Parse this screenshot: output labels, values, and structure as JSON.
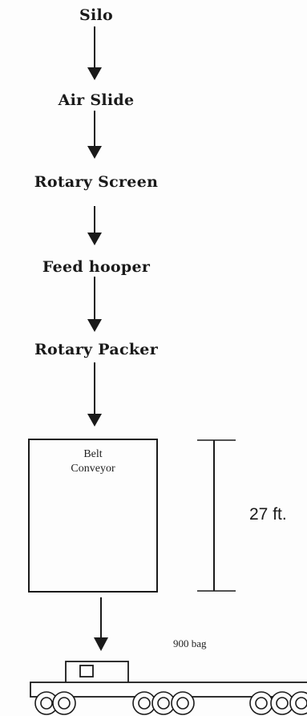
{
  "steps": [
    {
      "label": "Silo"
    },
    {
      "label": "Air Slide"
    },
    {
      "label": "Rotary Screen"
    },
    {
      "label": "Feed hooper"
    },
    {
      "label": "Rotary Packer"
    }
  ],
  "conveyor": {
    "label_line1": "Belt",
    "label_line2": "Conveyor",
    "height_label": "27 ft."
  },
  "truck": {
    "capacity_label": "900 bag"
  },
  "colors": {
    "ink": "#1a1a1a",
    "paper": "#fdfdfd"
  }
}
